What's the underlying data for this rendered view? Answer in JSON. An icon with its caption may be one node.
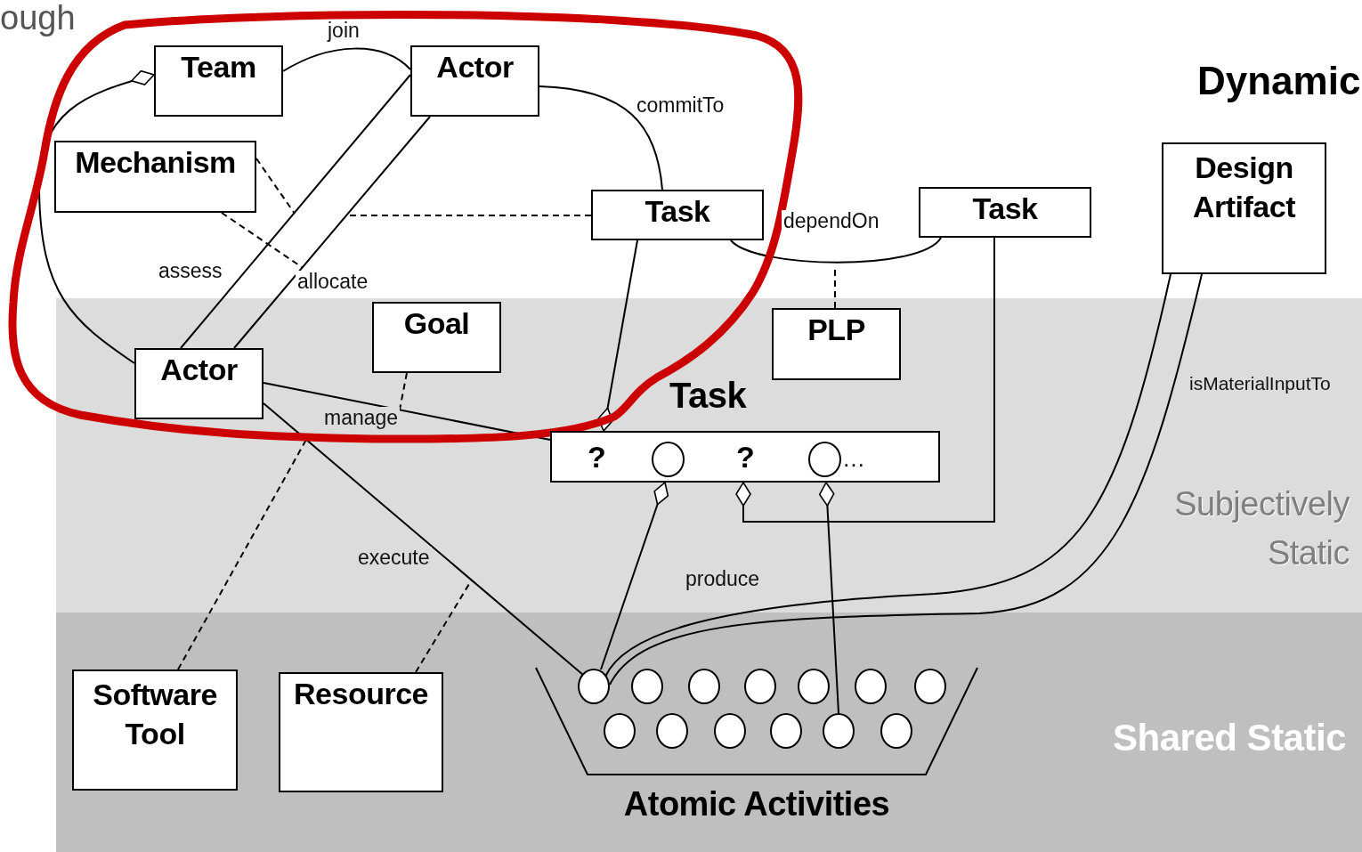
{
  "diagram": {
    "nodes": [
      {
        "text": [
          "Team"
        ]
      },
      {
        "text": [
          "Actor"
        ]
      },
      {
        "text": [
          "Mechanism"
        ]
      },
      {
        "text": [
          "Task"
        ]
      },
      {
        "text": [
          "Task"
        ]
      },
      {
        "text": [
          "Design Artifact"
        ]
      },
      {
        "text": [
          "Subjectively Static"
        ]
      },
      {
        "text": [
          "PLP"
        ],
        "in": 6
      },
      {
        "text": [
          "Goal"
        ],
        "in": 6
      },
      {
        "text": [
          "Actor"
        ],
        "in": 6
      },
      {
        "text": [
          "Task",
          "?",
          "?",
          "…"
        ],
        "in": 6
      },
      {
        "text": [],
        "shape": "circle",
        "in": 10
      },
      {
        "text": [],
        "shape": "circle",
        "in": 10
      },
      {
        "text": [
          "Shared Static"
        ]
      },
      {
        "text": [
          "Software Tool"
        ],
        "in": 13
      },
      {
        "text": [
          "Resource"
        ],
        "in": 13
      },
      {
        "text": [
          "Atomic Activities"
        ],
        "in": 13
      },
      {
        "text": [],
        "shape": "circle",
        "in": 16
      },
      {
        "text": [],
        "shape": "circle",
        "in": 16
      },
      {
        "text": [],
        "shape": "circle",
        "in": 16
      },
      {
        "text": [],
        "shape": "circle",
        "in": 16
      },
      {
        "text": [],
        "shape": "circle",
        "in": 16
      },
      {
        "text": [],
        "shape": "circle",
        "in": 16
      },
      {
        "text": [],
        "shape": "circle",
        "in": 16
      },
      {
        "text": [],
        "shape": "circle",
        "in": 16
      },
      {
        "text": [],
        "shape": "circle",
        "in": 16
      },
      {
        "text": [],
        "shape": "circle",
        "in": 16
      },
      {
        "text": [],
        "shape": "circle",
        "in": 16
      },
      {
        "text": [],
        "shape": "circle",
        "in": 16
      },
      {
        "text": [],
        "shape": "circle",
        "in": 16
      }
    ],
    "edges": [
      {
        "from": 0,
        "to": 1,
        "arrow": "none",
        "label": "join"
      },
      {
        "from": 0,
        "to": 9,
        "arrow": "other"
      },
      {
        "from": 1,
        "to": 9,
        "arrow": "none",
        "label": "assess"
      },
      {
        "from": 1,
        "to": 9,
        "arrow": "none",
        "label": "allocate"
      },
      {
        "from": 2,
        "to": null,
        "arrow": "none",
        "style": "dashed"
      },
      {
        "from": 2,
        "to": null,
        "arrow": "none",
        "style": "dashed"
      },
      {
        "from": 3,
        "to": null,
        "arrow": "none",
        "style": "dashed"
      },
      {
        "from": 1,
        "to": 3,
        "arrow": "none",
        "label": "commitTo"
      },
      {
        "from": 3,
        "to": 4,
        "arrow": "none",
        "label": "dependOn"
      },
      {
        "from": 7,
        "to": null,
        "arrow": "none",
        "style": "dashed"
      },
      {
        "from": 10,
        "to": 3,
        "arrow": "other"
      },
      {
        "from": 9,
        "to": 10,
        "arrow": "none",
        "label": "manage"
      },
      {
        "from": 8,
        "to": null,
        "arrow": "none",
        "style": "dashed"
      },
      {
        "from": 9,
        "to": 17,
        "arrow": "none",
        "label": "execute"
      },
      {
        "from": 14,
        "to": null,
        "arrow": "none",
        "style": "dashed"
      },
      {
        "from": 15,
        "to": null,
        "arrow": "none",
        "style": "dashed"
      },
      {
        "from": 10,
        "to": 17,
        "arrow": "other"
      },
      {
        "from": 10,
        "to": 4,
        "arrow": "other"
      },
      {
        "from": 10,
        "to": 28,
        "arrow": "other"
      },
      {
        "from": 17,
        "to": 5,
        "arrow": "none",
        "label": "produce"
      },
      {
        "from": 17,
        "to": 5,
        "arrow": "none",
        "label": "isMaterialInputTo"
      }
    ],
    "labels": [
      "ough",
      "Dynamic"
    ]
  }
}
